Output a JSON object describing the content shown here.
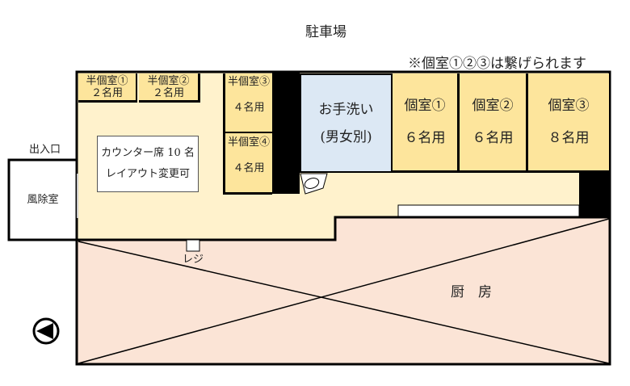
{
  "title": "駐車場",
  "note": "※個室①②③は繋げられます",
  "entrance": "出入口",
  "vestibule": "風除室",
  "register": "レジ",
  "kitchen": "厨　房",
  "counter": {
    "line1": "カウンター席 10 名",
    "line2": "レイアウト変更可"
  },
  "half_rooms": [
    {
      "name": "半個室①",
      "cap": "２名用"
    },
    {
      "name": "半個室②",
      "cap": "２名用"
    },
    {
      "name": "半個室③",
      "cap": "４名用"
    },
    {
      "name": "半個室④",
      "cap": "４名用"
    }
  ],
  "restroom": {
    "line1": "お手洗い",
    "line2": "(男女別)"
  },
  "private_rooms": [
    {
      "name": "個室①",
      "cap": "６名用"
    },
    {
      "name": "個室②",
      "cap": "６名用"
    },
    {
      "name": "個室③",
      "cap": "８名用"
    }
  ],
  "colors": {
    "floor": "#fff2cc",
    "room": "#fde59c",
    "restroom": "#dce8f4",
    "kitchen": "#fbe4d6"
  }
}
